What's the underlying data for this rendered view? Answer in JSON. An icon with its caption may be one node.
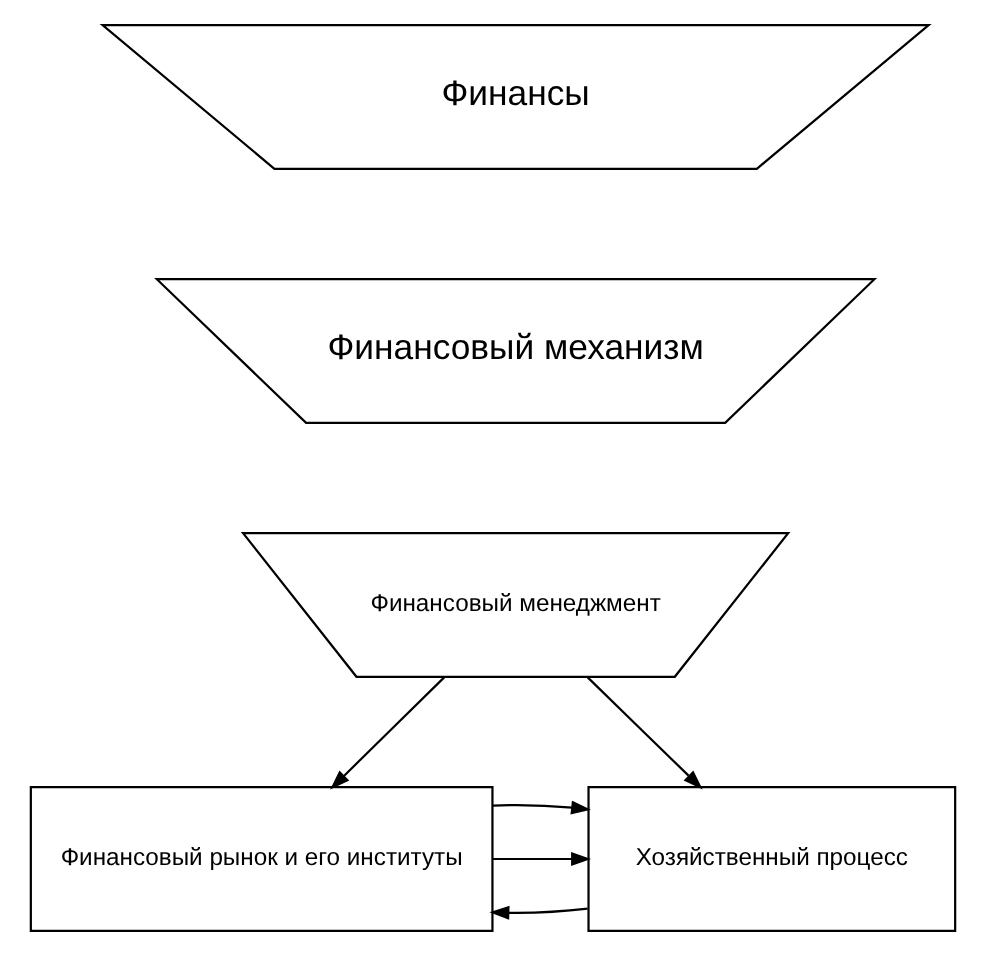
{
  "diagram": {
    "nodes": [
      {
        "text": [
          "Финансы"
        ]
      },
      {
        "text": [
          "Финансовый механизм"
        ]
      },
      {
        "text": [
          "Финансовый менеджмент"
        ]
      },
      {
        "text": [
          "Финансовый рынок и его институты"
        ]
      },
      {
        "text": [
          "Хозяйственный процесс"
        ]
      }
    ],
    "edges": [
      {
        "from": 2,
        "to": 3,
        "arrow": "to"
      },
      {
        "from": 2,
        "to": 4,
        "arrow": "to"
      },
      {
        "from": 4,
        "to": 3,
        "arrow": "to"
      },
      {
        "from": 3,
        "to": 4,
        "arrow": "to"
      },
      {
        "from": 3,
        "to": 4,
        "arrow": "to"
      }
    ]
  }
}
